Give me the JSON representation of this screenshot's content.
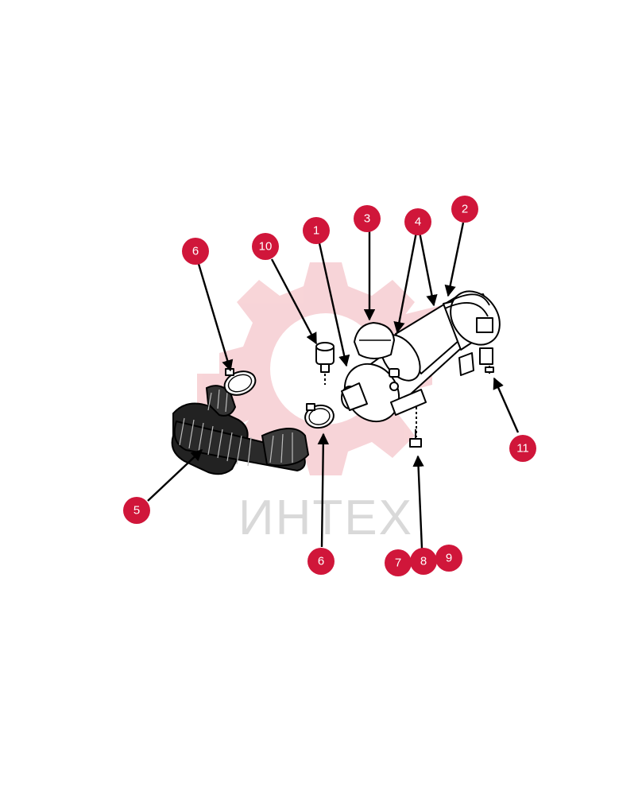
{
  "watermark": {
    "brand_text": "ИНТЕХ",
    "logo_color": "#f7d0d4",
    "text_color": "#d9d9d9"
  },
  "callouts": [
    {
      "id": "c1",
      "label": "1"
    },
    {
      "id": "c2",
      "label": "2"
    },
    {
      "id": "c3",
      "label": "3"
    },
    {
      "id": "c4",
      "label": "4"
    },
    {
      "id": "c5",
      "label": "5"
    },
    {
      "id": "c6a",
      "label": "6"
    },
    {
      "id": "c6b",
      "label": "6"
    },
    {
      "id": "c7",
      "label": "7"
    },
    {
      "id": "c8",
      "label": "8"
    },
    {
      "id": "c9",
      "label": "9"
    },
    {
      "id": "c10",
      "label": "10"
    },
    {
      "id": "c11",
      "label": "11"
    }
  ],
  "colors": {
    "callout": "#d0163a",
    "callout_text": "#ffffff",
    "line": "#000000"
  }
}
